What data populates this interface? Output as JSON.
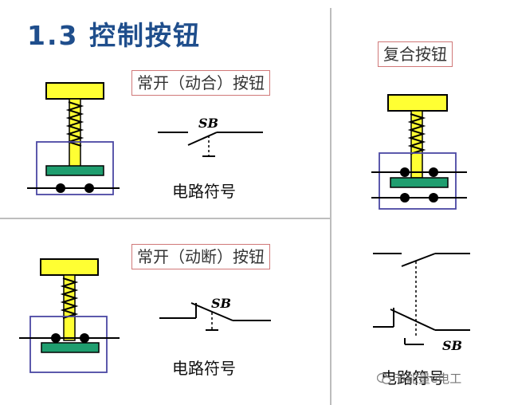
{
  "title": "1.3 控制按钮",
  "sections": {
    "no_button": {
      "label": "常开（动合）按钮",
      "caption": "电路符号",
      "symbol": "SB"
    },
    "nc_button": {
      "label": "常开（动断）按钮",
      "caption": "电路符号",
      "symbol": "SB"
    },
    "compound_button": {
      "label": "复合按钮",
      "caption": "电路符号",
      "symbol": "SB"
    }
  },
  "watermark": {
    "text": "节能量e电工",
    "icon": "wechat-icon"
  },
  "colors": {
    "title": "#1f4e8c",
    "cap": "#ffff33",
    "spring": "#000000",
    "stem": "#ffff33",
    "bar": "#1f9e6f",
    "housing": "#4a47a3",
    "label_border": "#d07878"
  }
}
